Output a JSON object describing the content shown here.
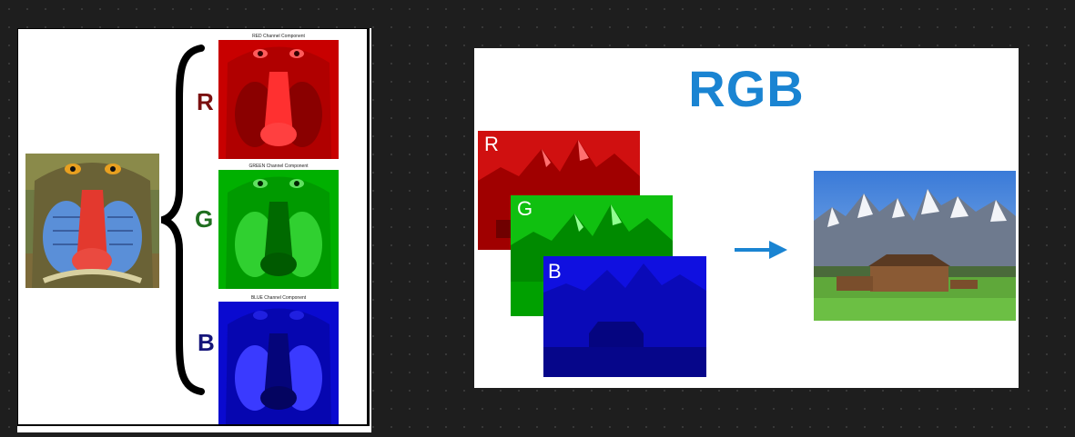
{
  "left_figure": {
    "captions": {
      "red": "RED Channel Component",
      "green": "GREEN Channel Component",
      "blue": "BLUE Channel Component"
    },
    "channel_letters": {
      "r": {
        "text": "R",
        "color": "#7a1010"
      },
      "g": {
        "text": "G",
        "color": "#1f6e1f"
      },
      "b": {
        "text": "B",
        "color": "#15157a"
      }
    }
  },
  "right_figure": {
    "title": "RGB",
    "title_color": "#1a84d2",
    "layers": {
      "r": "R",
      "g": "G",
      "b": "B"
    },
    "arrow_color": "#1a84d2"
  }
}
